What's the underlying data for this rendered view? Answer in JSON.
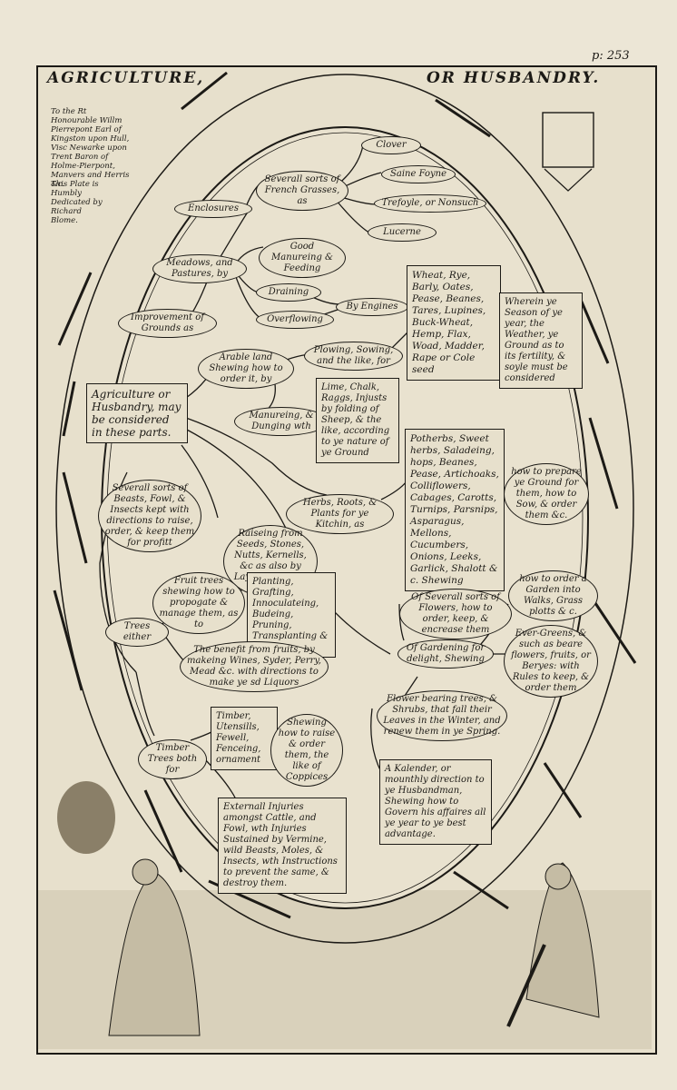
{
  "header": {
    "page_number": "p: 253",
    "title_left": "AGRICULTURE,",
    "title_right": "OR HUSBANDRY."
  },
  "dedication": {
    "line1": "To the Rt Honourable Willm Pierrepont Earl of Kingston upon Hull, Visc Newarke upon Trent Baron of Holme-Pierpont, Manvers and Herris &c.",
    "line2": "This Plate is Humbly Dedicated by Richard Blome."
  },
  "diagram": {
    "root": "Agriculture or Husbandry, may be considered in these parts.",
    "improvement": "Improvement of Grounds as",
    "enclosures": "Enclosures",
    "meadows": "Meadows, and Pastures, by",
    "french_grasses": "Severall sorts of French Grasses, as",
    "clover": "Clover",
    "saine_foyne": "Saine Foyne",
    "trefoyle": "Trefoyle, or Nonsuch",
    "lucerne": "Lucerne",
    "good_manuring": "Good Manureing & Feeding",
    "draining": "Draining",
    "overflowing": "Overflowing",
    "by_engines": "By Engines",
    "arable": "Arable land Shewing how to order it, by",
    "plowing": "Plowing, Sowing, and the like, for",
    "grains": "Wheat, Rye, Barly, Oates, Pease, Beanes, Tares, Lupines, Buck-Wheat, Hemp, Flax, Woad, Madder, Rape or Cole seed",
    "season": "Wherein ye Season of ye year, the Weather, ye Ground as to its fertility, & soyle must be considered",
    "manuring": "Manureing, & Dunging wth",
    "lime": "Lime, Chalk, Raggs, Injusts by folding of Sheep, & the like, according to ye nature of ye Ground",
    "herbs": "Herbs, Roots, & Plants for ye Kitchin, as",
    "potherbs": "Potherbs, Sweet herbs, Saladeing, hops, Beanes, Pease, Artichoaks, Colliflowers, Cabages, Carotts, Turnips, Parsnips, Asparagus, Mellons, Cucumbers, Onions, Leeks, Garlick, Shalott & c. Shewing",
    "prepare": "how to prepare ye Ground for them, how to Sow, & order them &c.",
    "beasts": "Severall sorts of Beasts, Fowl, & Insects kept with directions to raise, order, & keep them for profitt",
    "raising": "Raiseing from Seeds, Stones, Nutts, Kernells, &c as also by Layers, Slips, & Suckers",
    "fruit_trees": "Fruit trees shewing how to propogate & manage them, as to",
    "planting": "Planting, Grafting, Innoculateing, Budeing, Pruning, Transplanting & the like",
    "trees_either": "Trees either",
    "benefit": "The benefit from fruits, by makeing Wines, Syder, Perry, Mead &c. with directions to make ye sd Liquors",
    "flowers": "Of Severall sorts of Flowers, how to order, keep, & encrease them",
    "garden": "how to order a Garden into Walks, Grass plotts & c.",
    "gardening": "Of Gardening for delight, Shewing",
    "evergreens": "Ever-Greens, & such as beare flowers, fruits, or Beryes: with Rules to keep, & order them",
    "flower_trees": "Flower bearing trees, & Shrubs, that fall their Leaves in the Winter, and renew them in ye Spring.",
    "timber_trees": "Timber Trees both for",
    "timber": "Timber, Utensills, Fewell, Fenceing, ornament",
    "raise_coppices": "Shewing how to raise & order them, the like of Coppices",
    "kalender": "A Kalender, or mounthly direction to ye Husbandman, Shewing how to Govern his affaires all ye year to ye best advantage.",
    "injuries": "Externall Injuries amongst Cattle, and Fowl, wth Injuries Sustained by Vermine, wild Beasts, Moles, & Insects, wth Instructions to prevent the same, & destroy them."
  }
}
